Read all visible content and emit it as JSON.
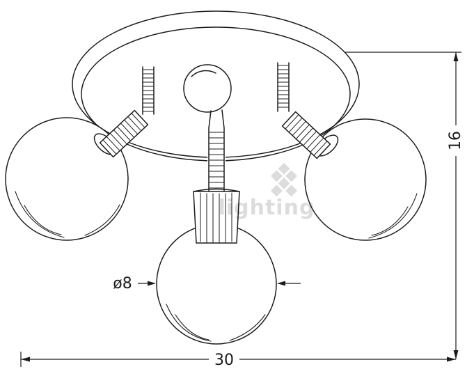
{
  "diagram": {
    "labels": {
      "width": "30",
      "height": "16",
      "diameter": "ø8"
    },
    "watermark": {
      "text": "lighting"
    },
    "colors": {
      "line": "#1c1c1c",
      "watermark": "#d9d9d9",
      "background": "#ffffff"
    }
  }
}
